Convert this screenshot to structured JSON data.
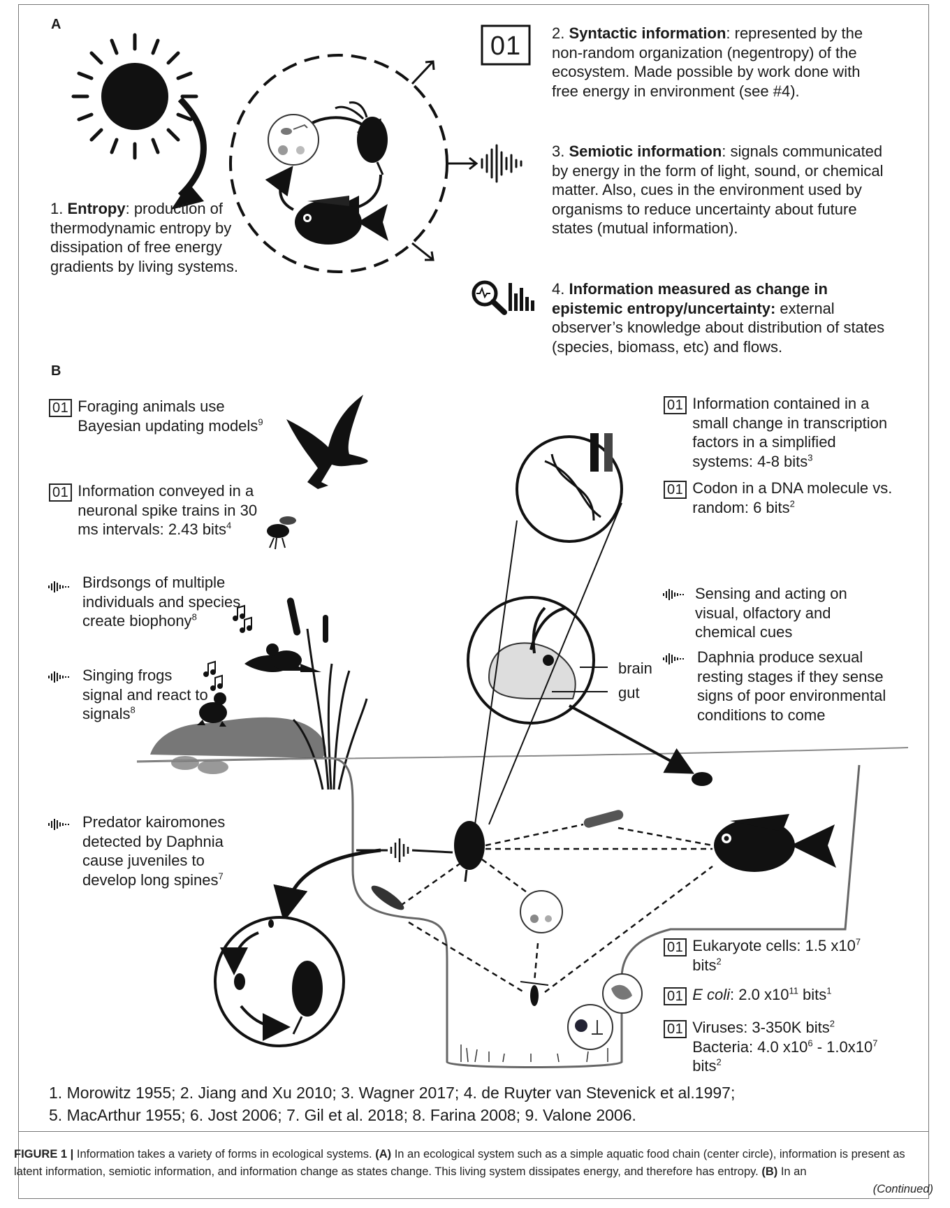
{
  "panel_a": {
    "letter": "A",
    "item1": {
      "title": "Entropy",
      "text": ": production of thermodynamic entropy by dissipation of free energy gradients by living systems.",
      "prefix": "1. "
    },
    "item2": {
      "prefix": "2. ",
      "title": "Syntactic information",
      "text": ": represented by the non-random organization (negentropy) of the ecosystem. Made possible by work done with free energy in environment (see #4).",
      "badge": "01"
    },
    "item3": {
      "prefix": "3. ",
      "title": "Semiotic information",
      "text": ": signals communicated by energy in the form of light, sound, or chemical matter. Also, cues in the environment used by organisms to reduce uncertainty about future states (mutual information)."
    },
    "item4": {
      "prefix": "4. ",
      "title": "Information measured as change in epistemic entropy/uncertainty:",
      "text": " external observer’s knowledge about distribution of states (species, biomass, etc) and flows."
    }
  },
  "panel_b": {
    "letter": "B",
    "badge": "01",
    "foraging": {
      "text": "Foraging animals use Bayesian updating models",
      "sup": "9"
    },
    "neuronal": {
      "text": "Information conveyed in a neuronal spike trains in 30 ms intervals: 2.43 bits",
      "sup": "4"
    },
    "birdsongs": {
      "text": "Birdsongs of multiple individuals and species create biophony",
      "sup": "8"
    },
    "frogs": {
      "text": "Singing frogs signal and react to signals",
      "sup": "8"
    },
    "kairomones": {
      "text": "Predator kairomones detected by Daphnia cause juveniles to develop long spines",
      "sup": "7"
    },
    "transcription": {
      "text": "Information contained in a small change in transcription factors in a simplified systems: 4-8 bits",
      "sup": "3"
    },
    "codon": {
      "text": "Codon in a DNA molecule vs. random: 6 bits",
      "sup": "2"
    },
    "sensing": {
      "text": "Sensing and acting on visual, olfactory and chemical cues"
    },
    "daphnia": {
      "text": "Daphnia produce sexual resting stages if they sense signs of poor environmental conditions to come"
    },
    "label_brain": "brain",
    "label_gut": "gut",
    "eukaryote": {
      "text": "Eukaryote cells: 1.5 x10",
      "exp": "7",
      "tail": " bits",
      "sup": "2"
    },
    "ecoli": {
      "name": "E coli",
      "text": ": 2.0 x10",
      "exp": "11",
      "tail": " bits",
      "sup": "1"
    },
    "viruses": {
      "text": "Viruses: 3-350K bits",
      "sup": "2"
    },
    "bacteria": {
      "text": "Bacteria: 4.0 x10",
      "exp1": "6",
      "mid": " - 1.0x10",
      "exp2": "7",
      "tail": " bits",
      "sup": "2"
    }
  },
  "references": {
    "line1": "1. Morowitz 1955; 2. Jiang and Xu 2010; 3. Wagner 2017; 4. de Ruyter van Stevenick et al.1997;",
    "line2": "5. MacArthur 1955; 6. Jost 2006; 7. Gil et al. 2018; 8. Farina 2008; 9. Valone 2006."
  },
  "caption": {
    "label": "FIGURE 1 |",
    "text1": " Information takes a variety of forms in ecological systems. ",
    "a": "(A)",
    "text2": " In an ecological system such as a simple aquatic food chain (center circle), information is present as latent information, semiotic information, and information change as states change. This living system dissipates energy, and therefore has entropy. ",
    "b": "(B)",
    "text3": " In an",
    "continued": "(Continued)"
  },
  "icons": [
    "sun-icon",
    "binary-01-icon",
    "sound-wave-icon",
    "magnifier-chart-icon",
    "fish-icon",
    "daphnia-icon",
    "bird-icon",
    "fly-icon",
    "frog-icon",
    "dna-icon",
    "larva-icon"
  ]
}
